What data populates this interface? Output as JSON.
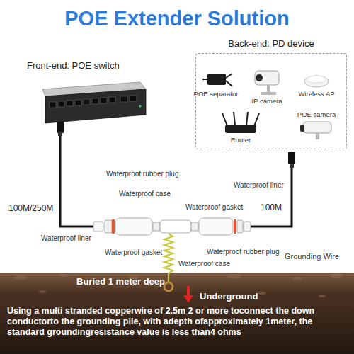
{
  "diagram": {
    "title": "POE Extender Solution",
    "nodes": [
      {
        "text": [
          "Back-end: PD device"
        ]
      }
    ],
    "labels": [
      "Front-end: POE switch",
      "POE separator",
      "IP camera",
      "Wireless AP",
      "Router",
      "POE camera",
      "100M/250M",
      "Waterproof rubber plug",
      "Waterproof case",
      "Waterproof liner",
      "Waterproof gasket",
      "100M",
      "Waterproof liner",
      "Waterproof gasket",
      "Waterproof case",
      "Waterproof rubber plug",
      "Grounding Wire",
      "Buried 1 meter deep",
      "Underground",
      "Using a multi stranded copperwire of 2.5m 2 or more toconnect the down conductorto the grounding pile, with adepth ofapproximately 1meter, the standard groundingresistance value is less than4 ohms"
    ]
  }
}
